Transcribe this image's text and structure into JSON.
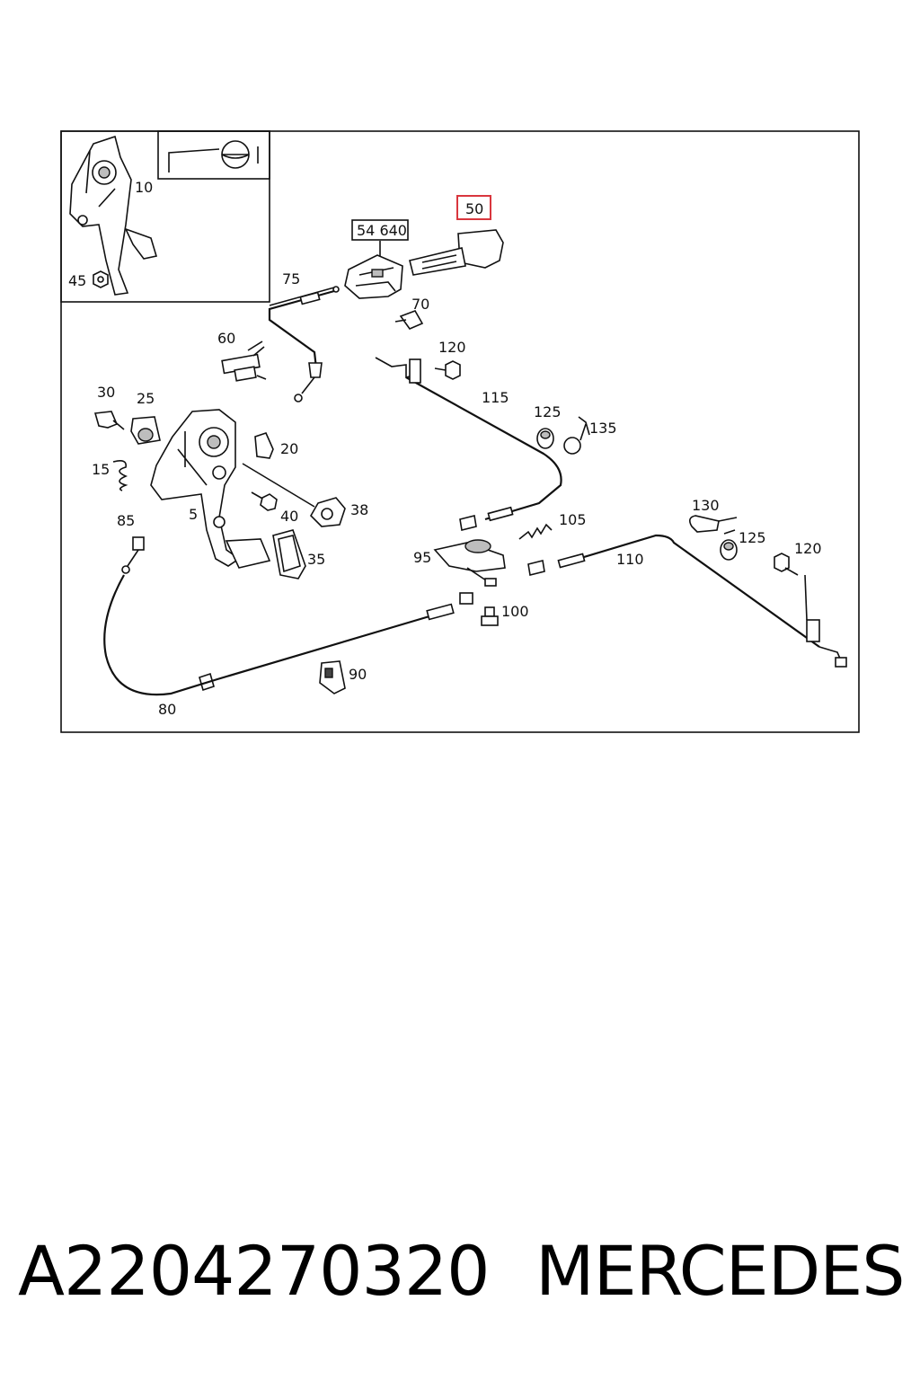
{
  "callouts": {
    "c10": "10",
    "c45": "45",
    "c50": "50",
    "c54640": "54 640",
    "c75": "75",
    "c70": "70",
    "c60": "60",
    "c120a": "120",
    "c115": "115",
    "c125a": "125",
    "c135": "135",
    "c30": "30",
    "c25": "25",
    "c15": "15",
    "c20": "20",
    "c5": "5",
    "c40": "40",
    "c38": "38",
    "c85": "85",
    "c35": "35",
    "c105": "105",
    "c95": "95",
    "c110": "110",
    "c130": "130",
    "c125b": "125",
    "c120b": "120",
    "c100": "100",
    "c90": "90",
    "c80": "80"
  },
  "highlight_color": "#d9363e",
  "footer": {
    "part_number": "A2204270320",
    "brand": "MERCEDES"
  }
}
